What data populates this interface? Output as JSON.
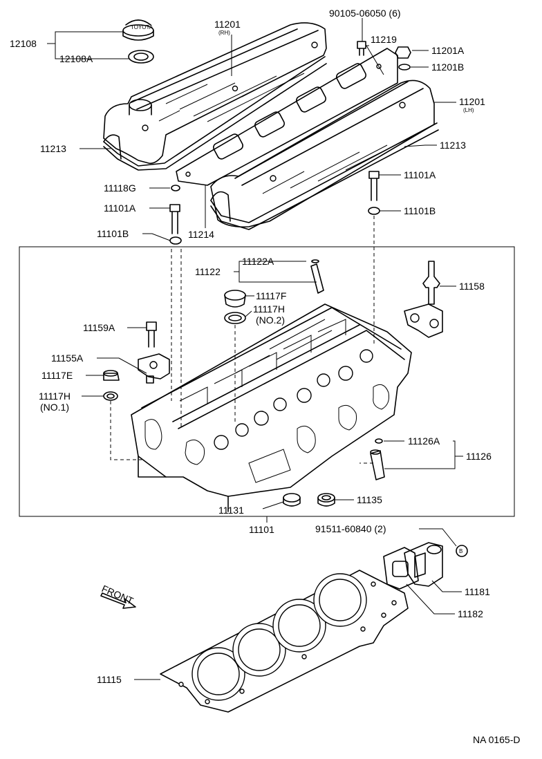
{
  "labels": {
    "l12108": "12108",
    "l12108A": "12108A",
    "l11201_rh": "11201",
    "l11201_rh_sub": "(RH)",
    "l90105": "90105-06050 (6)",
    "l11219": "11219",
    "l11201A": "11201A",
    "l11201B": "11201B",
    "l11201_lh": "11201",
    "l11201_lh_sub": "(LH)",
    "l11213_left": "11213",
    "l11213_right": "11213",
    "l11118G": "11118G",
    "l11101A_left": "11101A",
    "l11101B_left": "11101B",
    "l11214": "11214",
    "l11101A_right": "11101A",
    "l11101B_right": "11101B",
    "l11122": "11122",
    "l11122A": "11122A",
    "l11117F": "11117F",
    "l11117H_no2": "11117H",
    "l11117H_no2_sub": "(NO.2)",
    "l11158": "11158",
    "l11159A": "11159A",
    "l11155A": "11155A",
    "l11117E": "11117E",
    "l11117H_no1": "11117H",
    "l11117H_no1_sub": "(NO.1)",
    "l11126A": "11126A",
    "l11126": "11126",
    "l11131": "11131",
    "l11135": "11135",
    "l11101": "11101",
    "l91511": "91511-60840 (2)",
    "l11181": "11181",
    "l11182": "11182",
    "l11115": "11115",
    "front": "FRONT",
    "cap_text": "TOYOTA",
    "ref_code": "NA 0165-D"
  }
}
